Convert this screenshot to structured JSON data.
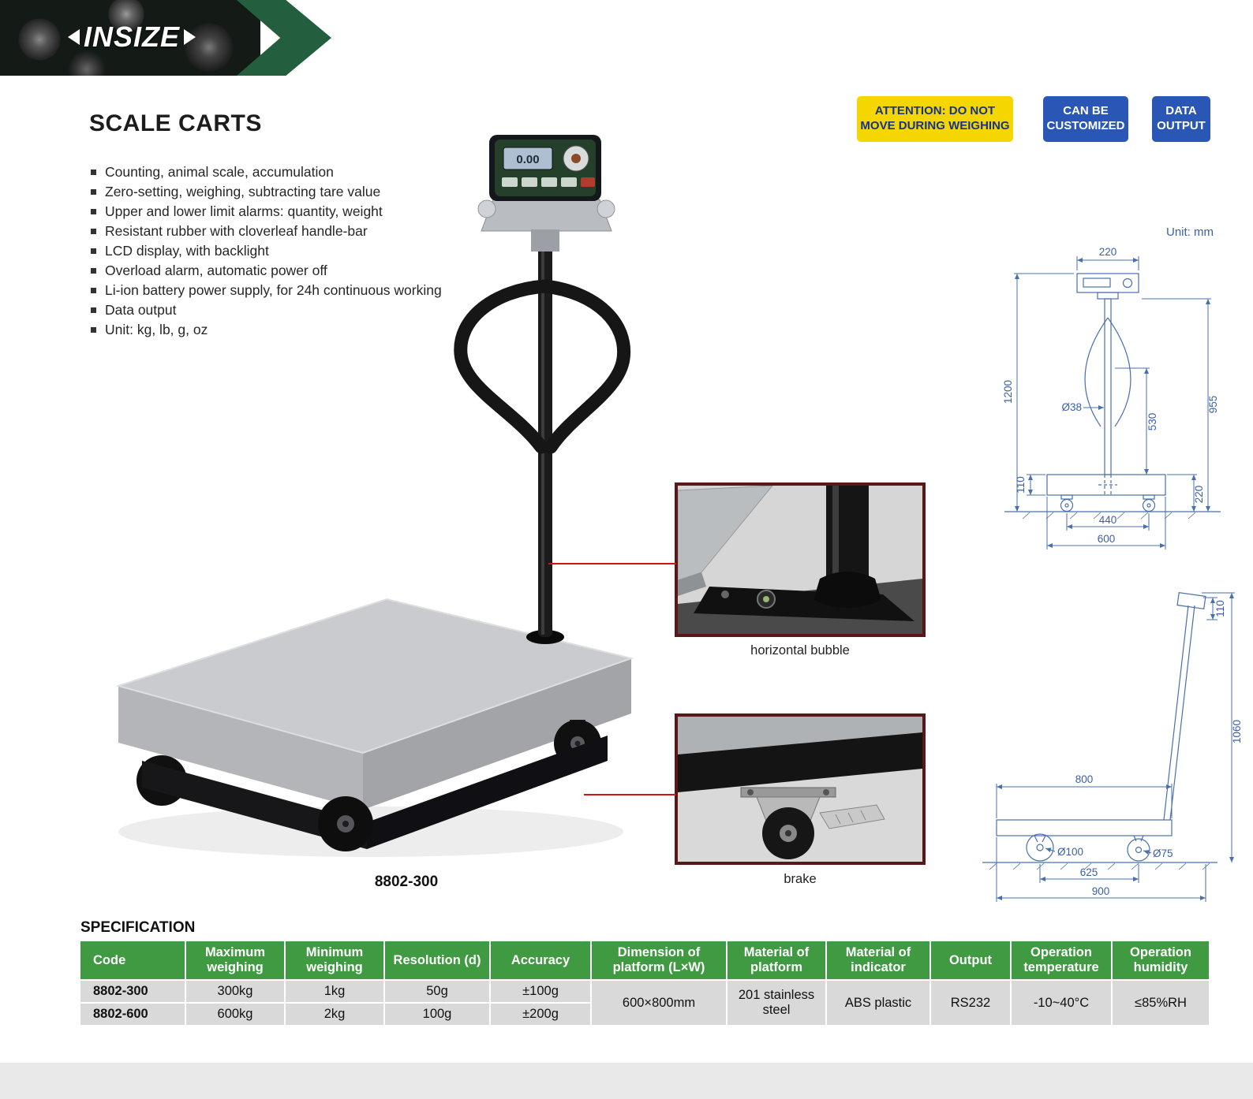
{
  "header": {
    "logo_text": "INSIZE"
  },
  "badges": {
    "attention": "ATTENTION: DO NOT MOVE DURING WEIGHING",
    "customized": "CAN BE CUSTOMIZED",
    "data_output": "DATA OUTPUT"
  },
  "title": "SCALE CARTS",
  "features": [
    "Counting, animal scale, accumulation",
    "Zero-setting, weighing, subtracting tare value",
    "Upper and lower limit alarms: quantity, weight",
    "Resistant rubber with cloverleaf handle-bar",
    "LCD display, with backlight",
    "Overload alarm, automatic power off",
    "Li-ion battery power supply, for 24h continuous working",
    "Data output",
    "Unit: kg, lb, g, oz"
  ],
  "product": {
    "model_caption": "8802-300",
    "display_value": "0.00"
  },
  "insets": {
    "bubble_caption": "horizontal bubble",
    "brake_caption": "brake"
  },
  "drawings": {
    "unit_label": "Unit: mm",
    "front_view": {
      "indicator_width": "220",
      "total_height": "1200",
      "handle_height": "955",
      "handle_to_platform": "530",
      "pole_diameter": "Ø38",
      "platform_thickness": "110",
      "platform_height": "220",
      "wheelbase": "440",
      "platform_width": "600"
    },
    "side_view": {
      "head_length": "110",
      "overall_height": "1060",
      "platform_length": "800",
      "front_wheel_diameter": "Ø100",
      "rear_wheel_diameter": "Ø75",
      "wheelbase": "625",
      "overall_length": "900"
    }
  },
  "specification": {
    "heading": "SPECIFICATION",
    "headers": [
      "Code",
      "Maximum weighing",
      "Minimum weighing",
      "Resolution (d)",
      "Accuracy",
      "Dimension of platform (L×W)",
      "Material of platform",
      "Material of indicator",
      "Output",
      "Operation temperature",
      "Operation humidity"
    ],
    "rows": [
      {
        "code": "8802-300",
        "maximum_weighing": "300kg",
        "minimum_weighing": "1kg",
        "resolution": "50g",
        "accuracy": "±100g"
      },
      {
        "code": "8802-600",
        "maximum_weighing": "600kg",
        "minimum_weighing": "2kg",
        "resolution": "100g",
        "accuracy": "±200g"
      }
    ],
    "shared": {
      "dimension_of_platform": "600×800mm",
      "material_of_platform": "201 stainless steel",
      "material_of_indicator": "ABS plastic",
      "output": "RS232",
      "operation_temperature": "-10~40°C",
      "operation_humidity": "≤85%RH"
    }
  },
  "colors": {
    "brand_green": "#235f3e",
    "table_header_green": "#3f9a41",
    "badge_yellow": "#f6d600",
    "badge_blue": "#2a57b5",
    "drawing_blue": "#4a6fad",
    "connector_red": "#cf1212"
  }
}
